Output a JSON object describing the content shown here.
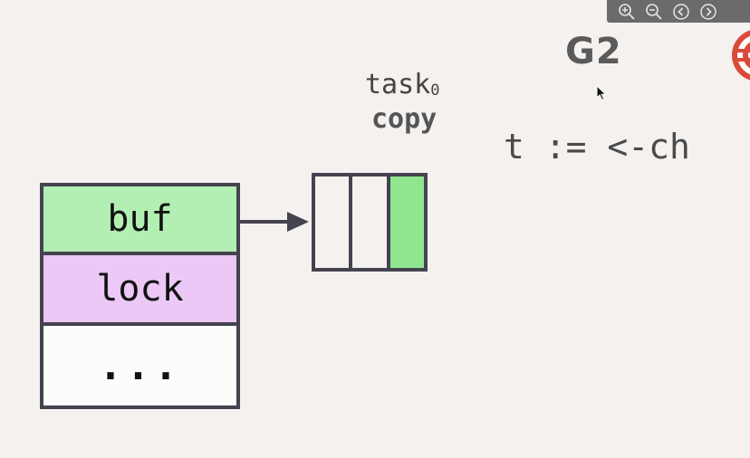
{
  "toolbar": {
    "buttons": [
      {
        "name": "zoom-in",
        "icon": "zoom-in-icon"
      },
      {
        "name": "zoom-out",
        "icon": "zoom-out-icon"
      },
      {
        "name": "previous",
        "icon": "chevron-left-icon"
      },
      {
        "name": "next",
        "icon": "chevron-right-icon"
      }
    ]
  },
  "diagram": {
    "goroutine": "G2",
    "code": "t := <-ch",
    "task": {
      "name": "task",
      "subscript": "0",
      "action": "copy"
    },
    "struct_fields": [
      "buf",
      "lock",
      "..."
    ],
    "buffer": {
      "slots": 3,
      "filled_slot_index": 2
    },
    "colors": {
      "buf": "#b3efb3",
      "lock": "#ebc8f5",
      "rest": "#fafdf9",
      "slot_filled": "#8fe68f",
      "slot_empty": "#f4f1ef",
      "stroke": "#45434f"
    }
  }
}
